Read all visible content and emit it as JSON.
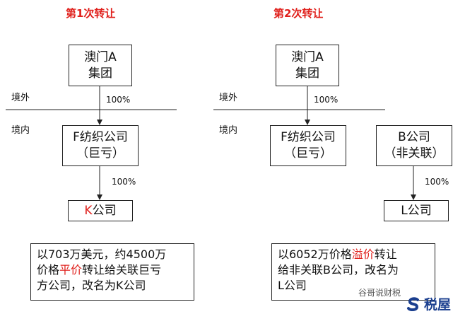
{
  "left": {
    "title": "第1次转让",
    "parent": {
      "line1": "澳门A",
      "line2": "集团"
    },
    "outside_label": "境外",
    "inside_label": "境内",
    "pct_top": "100%",
    "middle": {
      "line1": "F纺织公司",
      "line2": "（巨亏）"
    },
    "pct_bottom": "100%",
    "child": {
      "prefix": "K",
      "suffix": "公司"
    },
    "note": {
      "line1": "以703万美元，约4500万",
      "line2_pre": "价格",
      "line2_red": "平价",
      "line2_post": "转让给关联巨亏",
      "line3": "方公司，改名为K公司"
    }
  },
  "right": {
    "title": "第2次转让",
    "parent": {
      "line1": "澳门A",
      "line2": "集团"
    },
    "outside_label": "境外",
    "inside_label": "境内",
    "pct_top": "100%",
    "middle": {
      "line1": "F纺织公司",
      "line2": "（巨亏）"
    },
    "other": {
      "line1": "B公司",
      "line2": "（非关联）"
    },
    "pct_bottom": "100%",
    "child": {
      "text": "L公司"
    },
    "note": {
      "line1_pre": "以6052万价格",
      "line1_red": "溢价",
      "line1_post": "转让",
      "line2": "给非关联B公司，改名为",
      "line3": "L公司"
    }
  },
  "watermark": {
    "text": "谷哥说财税",
    "brand": "税屋"
  },
  "colors": {
    "accent": "#e0201c",
    "line": "#222222",
    "brand": "#1b3f8f"
  }
}
